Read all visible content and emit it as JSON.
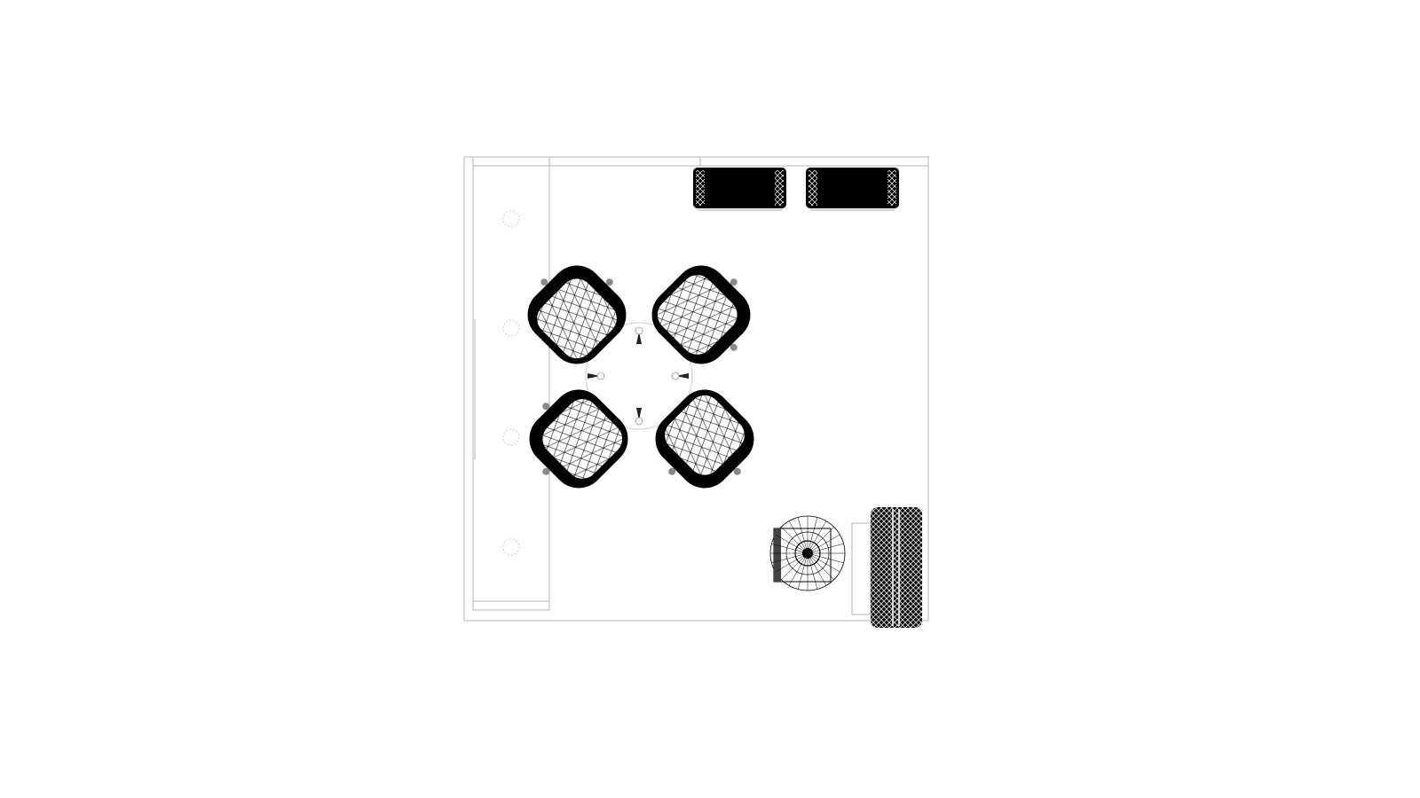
{
  "drawing": {
    "view": "top-plan-wireframe",
    "colors": {
      "background": "#ffffff",
      "line": "#000000",
      "wall": "#b0b0b0",
      "guide": "#d0d0d0"
    },
    "items": {
      "chairs": 4,
      "sofas": 2,
      "spotlights": 4,
      "stools": 1,
      "benches": 1
    }
  }
}
